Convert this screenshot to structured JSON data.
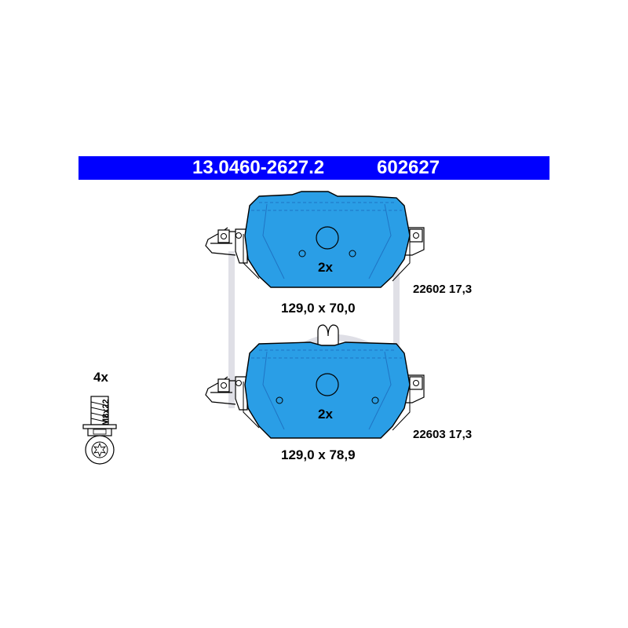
{
  "header": {
    "part_number": "13.0460-2627.2",
    "ean": "602627"
  },
  "pad_top": {
    "quantity": "2x",
    "dimensions": "129,0 x 70,0",
    "reference": "22602 17,3"
  },
  "pad_bottom": {
    "quantity": "2x",
    "dimensions": "129,0 x 78,9",
    "reference": "22603 17,3"
  },
  "bolt": {
    "quantity": "4x",
    "size": "M8x22"
  },
  "colors": {
    "banner": "#0000ff",
    "pad": "#2a9ee6",
    "pad_dark": "#1f74c4",
    "watermark": "#d8d8e0"
  }
}
